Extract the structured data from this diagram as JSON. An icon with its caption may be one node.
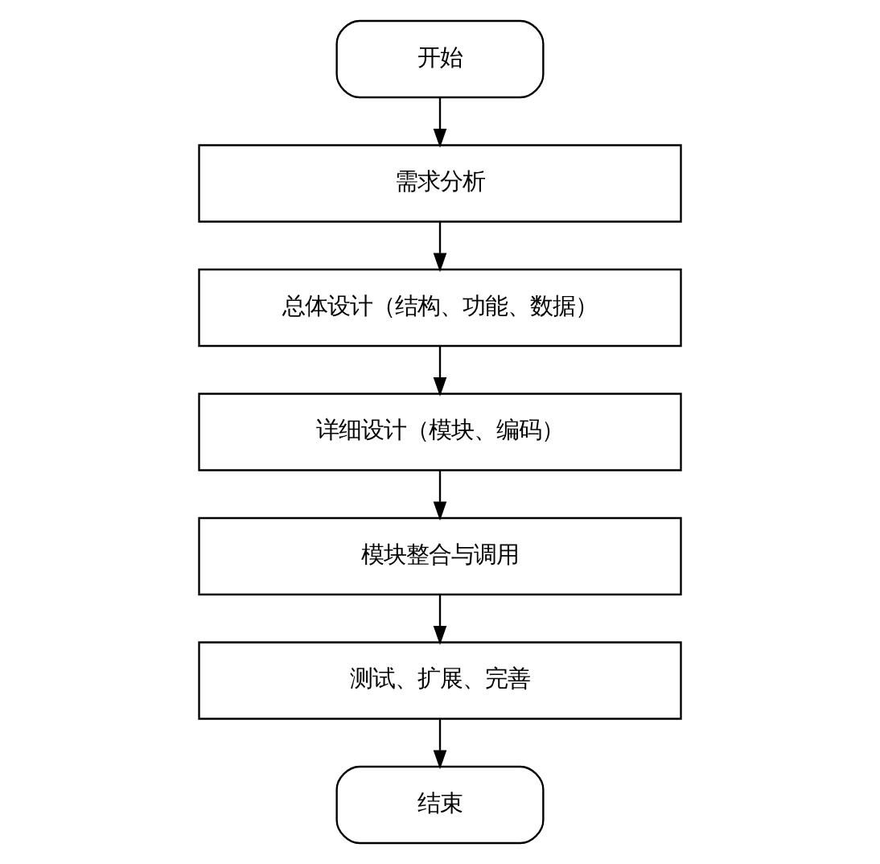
{
  "diagram": {
    "nodes": [
      {
        "text": [
          "开始"
        ]
      },
      {
        "text": [
          "需求分析"
        ]
      },
      {
        "text": [
          "总体设计（结构、功能、数据）"
        ]
      },
      {
        "text": [
          "详细设计（模块、编码）"
        ]
      },
      {
        "text": [
          "模块整合与调用"
        ]
      },
      {
        "text": [
          "测试、扩展、完善"
        ]
      },
      {
        "text": [
          "结束"
        ]
      }
    ],
    "edges": [
      {
        "from": 0,
        "to": 1,
        "arrow": "to"
      },
      {
        "from": 1,
        "to": 2,
        "arrow": "to"
      },
      {
        "from": 2,
        "to": 3,
        "arrow": "to"
      },
      {
        "from": 3,
        "to": 4,
        "arrow": "to"
      },
      {
        "from": 4,
        "to": 5,
        "arrow": "to"
      },
      {
        "from": 5,
        "to": 6,
        "arrow": "to"
      }
    ]
  }
}
